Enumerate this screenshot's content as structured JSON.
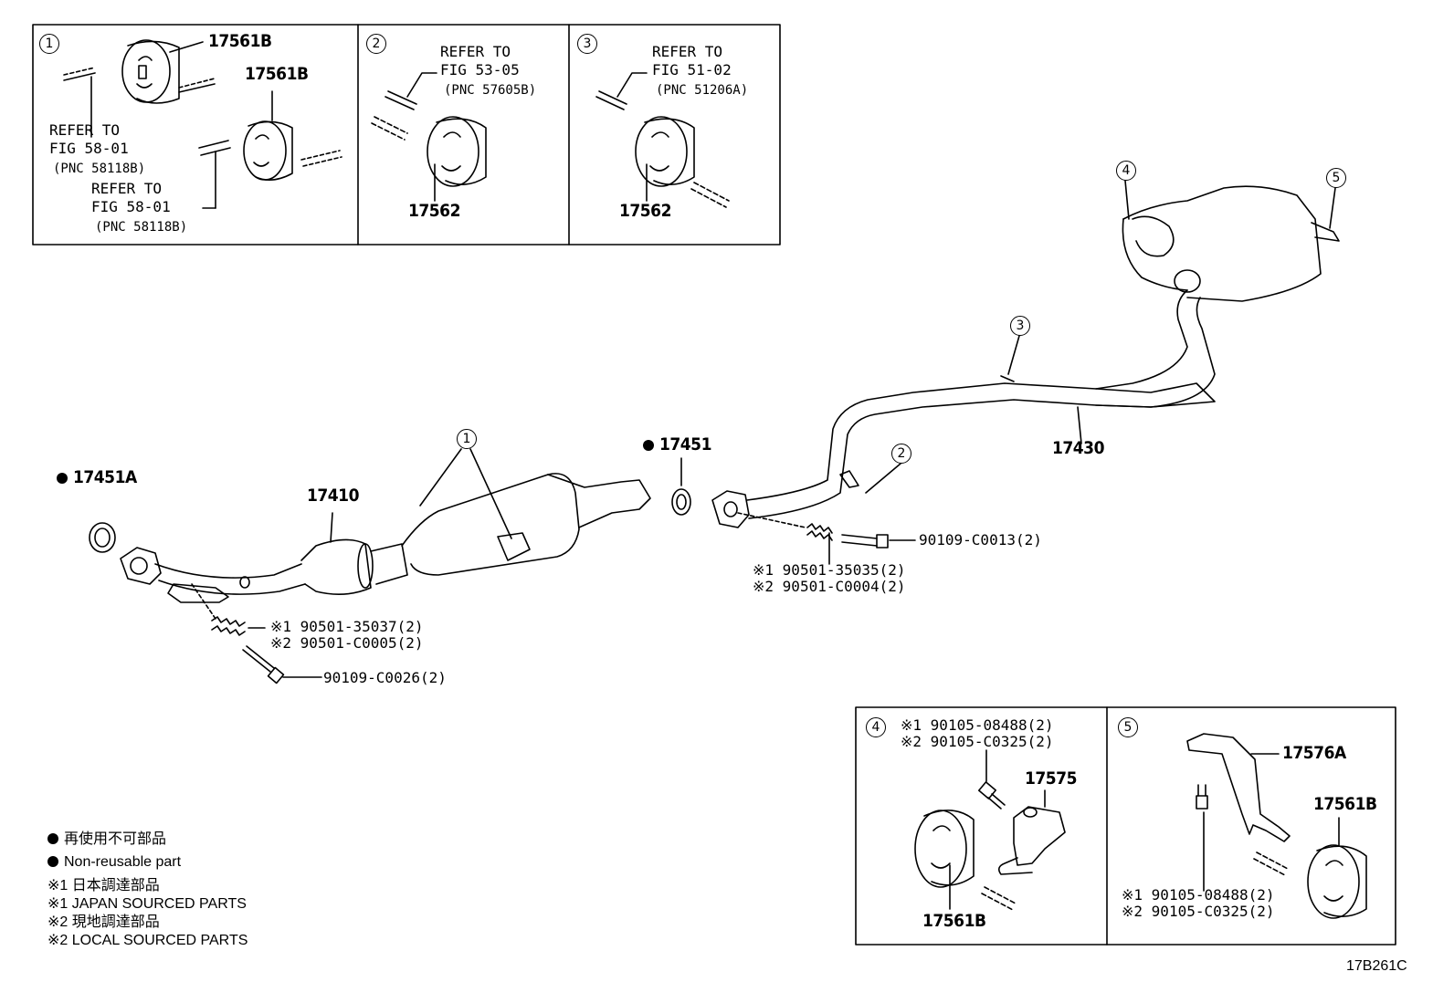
{
  "inset1": {
    "callout": "1",
    "part_a": "17561B",
    "part_b": "17561B",
    "ref1_line1": "REFER TO",
    "ref1_line2": "FIG 58-01",
    "ref1_line3": "(PNC 58118B)",
    "ref2_line1": "REFER TO",
    "ref2_line2": "FIG 58-01",
    "ref2_line3": "(PNC 58118B)"
  },
  "inset2": {
    "callout": "2",
    "ref_line1": "REFER TO",
    "ref_line2": "FIG 53-05",
    "ref_line3": "(PNC 57605B)",
    "part": "17562"
  },
  "inset3": {
    "callout": "3",
    "ref_line1": "REFER TO",
    "ref_line2": "FIG 51-02",
    "ref_line3": "(PNC 51206A)",
    "part": "17562"
  },
  "inset4": {
    "callout": "4",
    "bolt_line1": "※1 90105-08488(2)",
    "bolt_line2": "※2 90105-C0325(2)",
    "bracket": "17575",
    "hanger": "17561B"
  },
  "inset5": {
    "callout": "5",
    "bracket": "17576A",
    "hanger": "17561B",
    "bolt_line1": "※1 90105-08488(2)",
    "bolt_line2": "※2 90105-C0325(2)"
  },
  "main": {
    "gasket_front": "17451A",
    "front_pipe": "17410",
    "callout_1": "1",
    "gasket_center": "17451",
    "callout_2": "2",
    "callout_3": "3",
    "callout_4": "4",
    "callout_5": "5",
    "tail_pipe": "17430",
    "spring_front_1": "※1 90501-35037(2)",
    "spring_front_2": "※2 90501-C0005(2)",
    "bolt_front": "90109-C0026(2)",
    "spring_center_1": "※1 90501-35035(2)",
    "spring_center_2": "※2 90501-C0004(2)",
    "bolt_center": "90109-C0013(2)"
  },
  "legend": {
    "non_reusable_jp": "再使用不可部品",
    "non_reusable_en": "Non-reusable part",
    "note1_jp": "※1  日本調達部品",
    "note1_en": "※1  JAPAN SOURCED PARTS",
    "note2_jp": "※2  現地調達部品",
    "note2_en": "※2  LOCAL SOURCED PARTS"
  },
  "figure_id": "17B261C"
}
